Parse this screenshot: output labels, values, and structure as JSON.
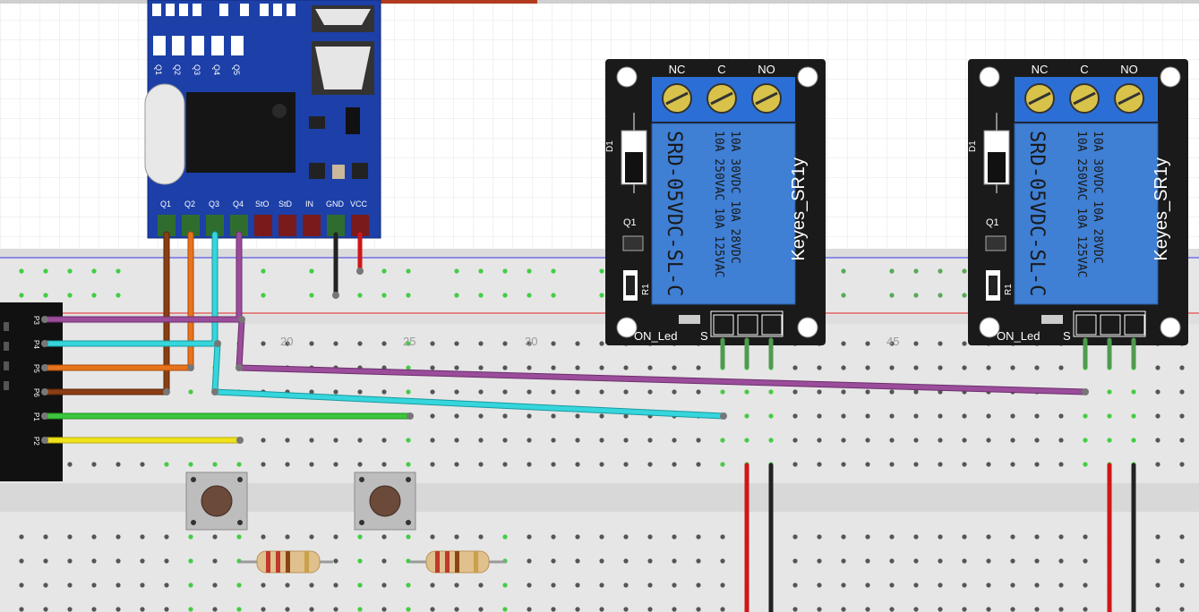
{
  "breadboard": {
    "column_numbers": [
      "20",
      "25",
      "30",
      "45"
    ]
  },
  "module": {
    "top_labels": [
      "Q1",
      "Q2",
      "Q3",
      "Q4",
      "Q5"
    ],
    "pin_labels": [
      "Q1",
      "Q2",
      "Q3",
      "Q4",
      "StO",
      "StD",
      "IN",
      "GND",
      "VCC"
    ]
  },
  "left_connector": {
    "pin_labels": [
      "P3",
      "P4",
      "P5",
      "P6",
      "P1",
      "P2"
    ]
  },
  "relays": [
    {
      "terminals": [
        "NC",
        "C",
        "NO"
      ],
      "model": "SRD-05VDC-SL-C",
      "rating_lines": [
        "10A 250VAC   10A 125VAC",
        "10A  30VDC   10A  28VDC"
      ],
      "brand": "Keyes_SR1y",
      "diode_label": "D1",
      "transistor_label": "Q1",
      "resistor_label": "R1",
      "led_label": "ON_Led",
      "signal_label": "S"
    },
    {
      "terminals": [
        "NC",
        "C",
        "NO"
      ],
      "model": "SRD-05VDC-SL-C",
      "rating_lines": [
        "10A 250VAC   10A 125VAC",
        "10A  30VDC   10A  28VDC"
      ],
      "brand": "Keyes_SR1y",
      "diode_label": "D1",
      "transistor_label": "Q1",
      "resistor_label": "R1",
      "led_label": "ON_Led",
      "signal_label": "S"
    }
  ],
  "colors": {
    "module_board": "#1c3fa8",
    "relay_board": "#1a1a1a",
    "relay_body": "#3f7fd4",
    "wire_purple": "#9b4d9b",
    "wire_cyan": "#35d6dc",
    "wire_orange": "#e8731a",
    "wire_brown": "#8b3d13",
    "wire_green": "#3cc63c",
    "wire_yellow": "#f0e21a",
    "wire_red": "#d01616",
    "wire_black": "#222222",
    "hole_connected": "#44cc44"
  }
}
